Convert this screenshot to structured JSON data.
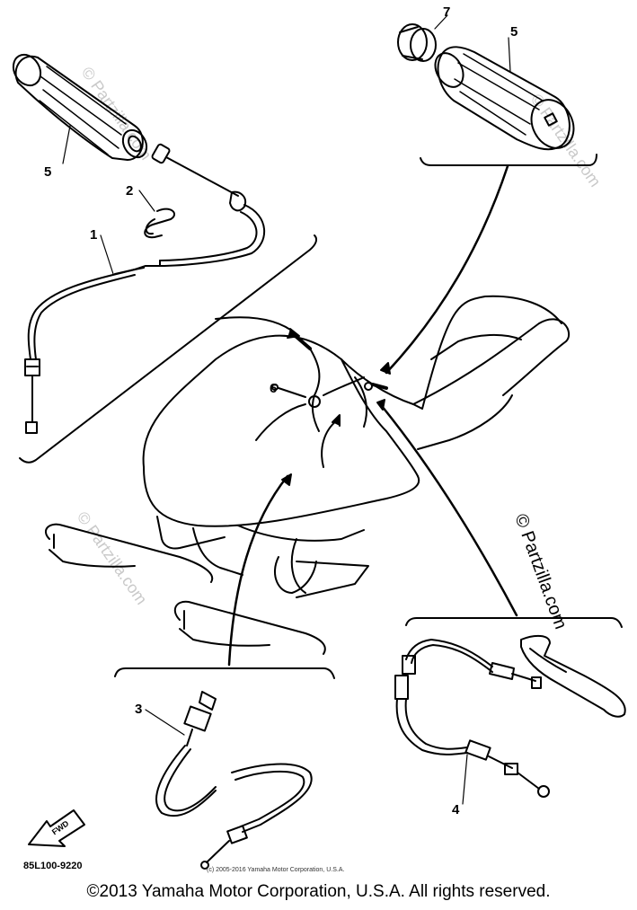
{
  "callouts": {
    "c1": "1",
    "c2": "2",
    "c3": "3",
    "c4": "4",
    "c5_left": "5",
    "c5_right": "5",
    "c6": "6",
    "c7": "7"
  },
  "diagram_code": "85L100-9220",
  "fwd_label": "FWD",
  "small_copyright": "(c) 2005-2016 Yamaha Motor Corporation, U.S.A.",
  "watermark_right": "© Partzilla.com",
  "watermark_faint": "© Partzilla.com",
  "footer_copyright": "©2013 Yamaha Motor Corporation, U.S.A. All rights reserved."
}
